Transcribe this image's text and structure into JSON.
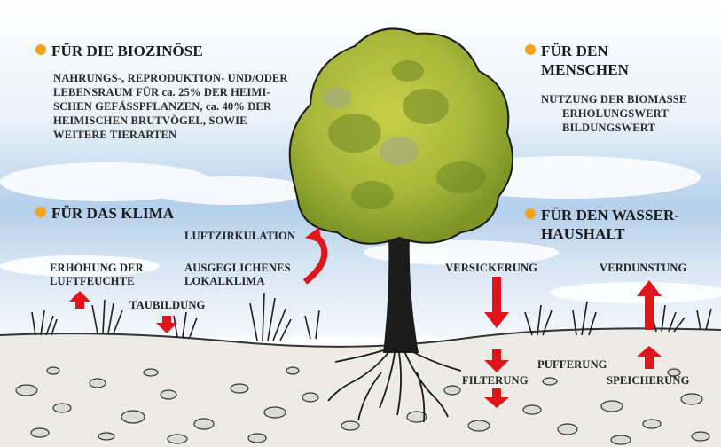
{
  "colors": {
    "sky": "#a9c8e6",
    "bullet": "#f2a51c",
    "arrow": "#e0151a",
    "foliage": "#b8c43a",
    "ground": "#ecebe6"
  },
  "sections": {
    "biozinose": {
      "heading": "FÜR DIE BIOZINÖSE",
      "lines": [
        "NAHRUNGS-, REPRODUKTION- UND/ODER",
        "LEBENSRAUM FÜR ca. 25% DER HEIMI-",
        "SCHEN GEFÄSSPFLANZEN, ca. 40% DER",
        "HEIMISCHEN BRUTVÖGEL, SOWIE",
        "WEITERE TIERARTEN"
      ]
    },
    "menschen": {
      "heading_lines": [
        "FÜR DEN",
        "MENSCHEN"
      ],
      "lines": [
        "NUTZUNG DER BIOMASSE",
        "ERHOLUNGSWERT",
        "BILDUNGSWERT"
      ]
    },
    "klima": {
      "heading": "FÜR DAS KLIMA",
      "labels": {
        "luftzirkulation": "LUFTZIRKULATION",
        "erhoehung": [
          "ERHÖHUNG DER",
          "LUFTFEUCHTE"
        ],
        "lokalklima": [
          "AUSGEGLICHENES",
          "LOKALKLIMA"
        ],
        "taubildung": "TAUBILDUNG"
      }
    },
    "wasser": {
      "heading_lines": [
        "FÜR DEN WASSER-",
        "HAUSHALT"
      ],
      "labels": {
        "versickerung": "VERSICKERUNG",
        "verdunstung": "VERDUNSTUNG",
        "pufferung": "PUFFERUNG",
        "filterung": "FILTERUNG",
        "speicherung": "SPEICHERUNG"
      }
    }
  }
}
